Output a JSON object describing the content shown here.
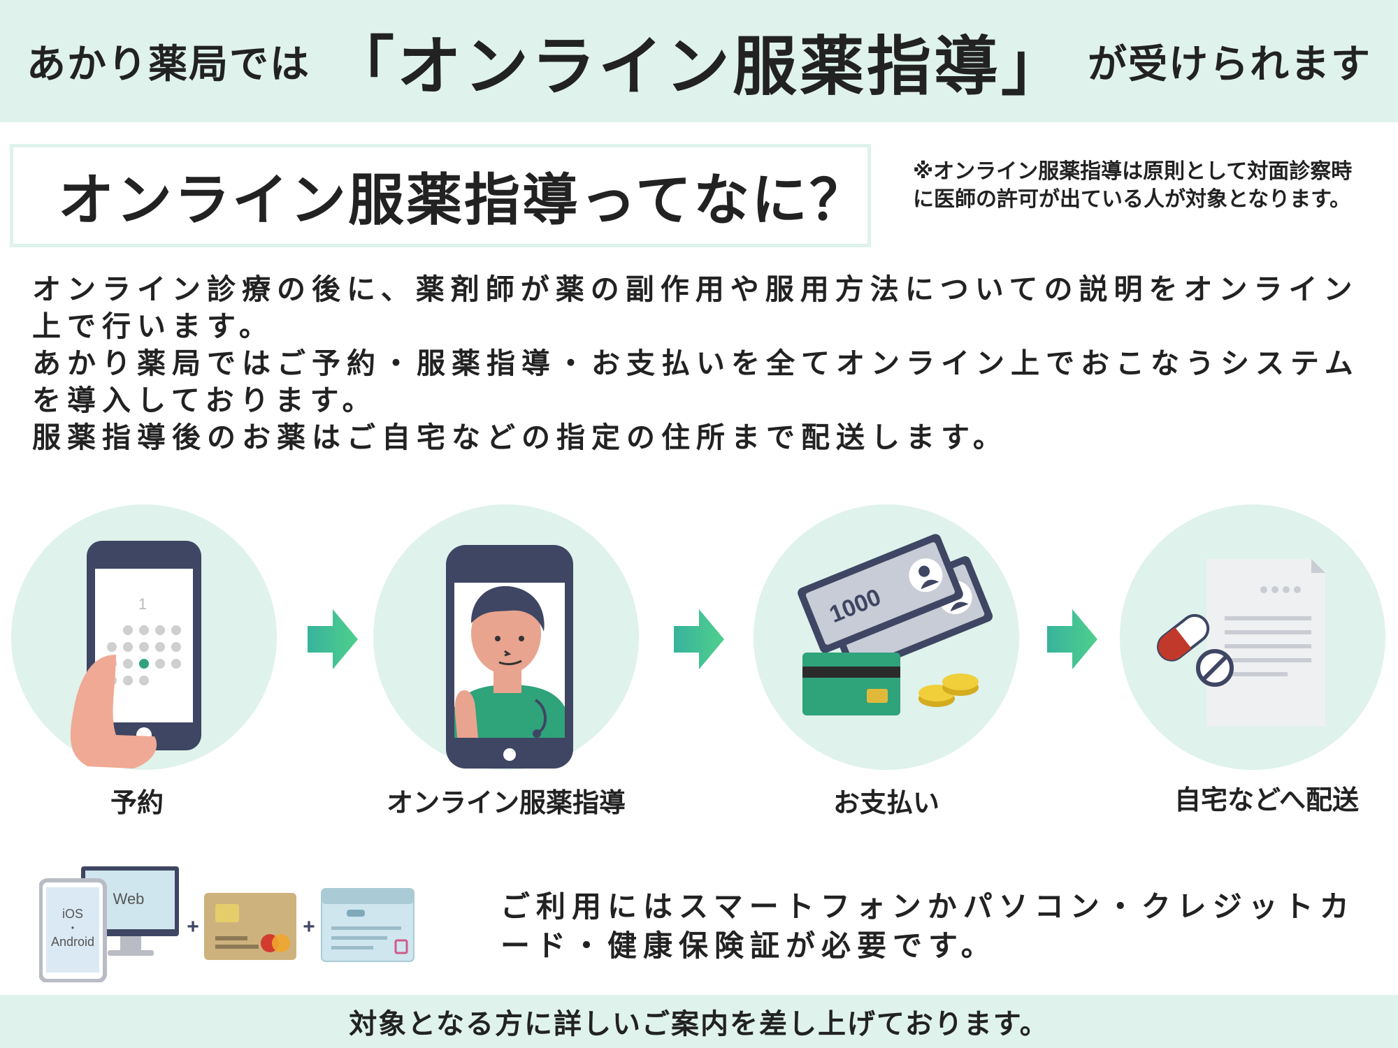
{
  "header": {
    "pre": "あかり薬局では",
    "main": "「オンライン服薬指導」",
    "post": "が受けられます"
  },
  "section_title": "オンライン服薬指導ってなに？",
  "note": "※オンライン服薬指導は原則として対面診察時に医師の許可が出ている人が対象となります。",
  "intro": {
    "line1": "オンライン診療の後に、薬剤師が薬の副作用や服用方法についての説明をオンライン上で行います。",
    "line2": "あかり薬局ではご予約・服薬指導・お支払いを全てオンライン上でおこなうシステムを導入しております。",
    "line3": "服薬指導後のお薬はご自宅などの指定の住所まで配送します。"
  },
  "steps": [
    {
      "label": "予約",
      "icon": "calendar-phone-icon",
      "calendar_number": "1"
    },
    {
      "label": "オンライン服薬指導",
      "icon": "video-call-pharmacist-icon"
    },
    {
      "label": "お支払い",
      "icon": "payment-icon",
      "bill_value": "1000"
    },
    {
      "label": "自宅などへ配送",
      "icon": "prescription-delivery-icon"
    }
  ],
  "devices": {
    "web_label": "Web",
    "ios_label": "iOS",
    "separator": "・",
    "android_label": "Android",
    "plus": "+"
  },
  "requirements": "ご利用にはスマートフォンかパソコン・クレジットカード・健康保険証が必要です。",
  "footer": "対象となる方に詳しいご案内を差し上げております。",
  "colors": {
    "mint": "#dff2ec",
    "accent_green": "#2fa37a",
    "arrow_teal": "#3bbf9e",
    "device_dark": "#3e4663"
  }
}
